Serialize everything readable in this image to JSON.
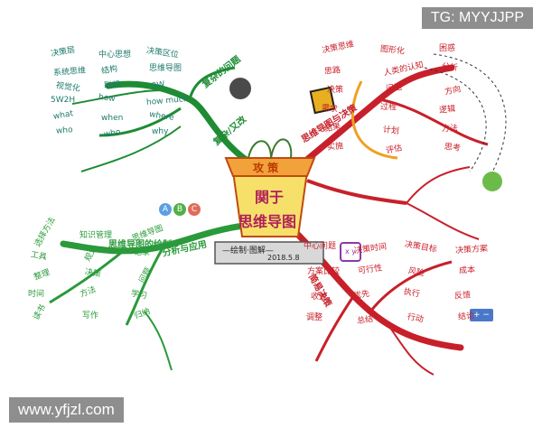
{
  "center": {
    "top_label": "攻 策",
    "title_line1": "関于",
    "title_line2": "思维导图",
    "plate": "—绘制·图解—",
    "date": "2018.5.8"
  },
  "watermarks": {
    "top_right": "TG: MYYJJPP",
    "bottom_left": "www.yfjzl.com"
  },
  "icons": {
    "abc": [
      "A",
      "B",
      "C"
    ],
    "pm": "+ −",
    "xyz": "x y"
  },
  "branches": {
    "top_left": {
      "title": "复杂的问题",
      "sub": "复杂/又改",
      "labels": [
        "决策层",
        "中心思想",
        "决策区位",
        "系统思维",
        "结构",
        "思维导图",
        "视觉化",
        "联想",
        "3W",
        "5W2H",
        "how",
        "how much",
        "what",
        "when",
        "where",
        "who",
        "who",
        "why"
      ]
    },
    "top_right": {
      "title": "思维导图与决策",
      "labels": [
        "决策思维",
        "图形化",
        "困惑",
        "思路",
        "人类的认知",
        "分析",
        "决策",
        "问题",
        "方向",
        "需求",
        "过程",
        "逻辑",
        "结果",
        "计划",
        "方法",
        "实施",
        "评估",
        "思考"
      ]
    },
    "bottom_left": {
      "title": "分析与应用",
      "sub": "思维导图的绘制",
      "labels": [
        "选择方法",
        "知识管理",
        "思维导图",
        "工具",
        "规划",
        "记录",
        "整理",
        "决策",
        "问题",
        "时间",
        "方法",
        "学习",
        "读书",
        "写作",
        "归纳"
      ]
    },
    "bottom_right": {
      "title": "简易决策",
      "labels": [
        "中心问题",
        "决策时间",
        "决策目标",
        "决策方案",
        "方案比较",
        "可行性",
        "风险",
        "成本",
        "收益",
        "优先",
        "执行",
        "反馈",
        "调整",
        "总结",
        "行动",
        "结论"
      ]
    }
  }
}
